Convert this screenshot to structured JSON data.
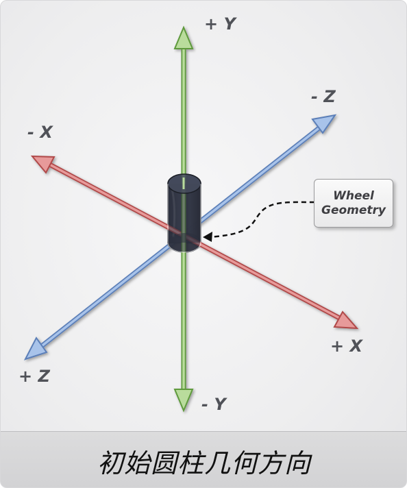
{
  "axes": {
    "plus_y": "+ Y",
    "minus_y": "- Y",
    "plus_x": "+ X",
    "minus_x": "- X",
    "plus_z": "+ Z",
    "minus_z": "- Z"
  },
  "callout": {
    "line1": "Wheel",
    "line2": "Geometry"
  },
  "caption": "初始圆柱几何方向",
  "colors": {
    "y_axis": "#8cbf6a",
    "x_axis": "#d36b6b",
    "z_axis": "#7ea3d8",
    "cylinder": "#2f3442"
  }
}
